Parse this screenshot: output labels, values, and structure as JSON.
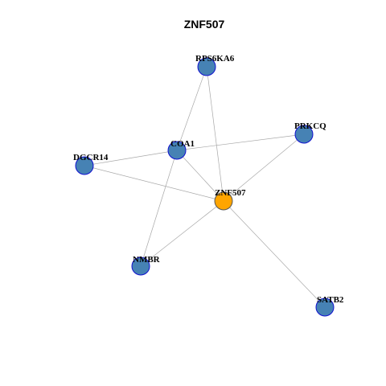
{
  "title": "ZNF507",
  "colors": {
    "background": "#ffffff",
    "edge": "#a8a8a8",
    "node_fill": "#4682b4",
    "node_stroke": "#1010d0",
    "center_fill": "#ffa500",
    "center_stroke": "#555555"
  },
  "network": {
    "center_node": "ZNF507",
    "nodes": [
      {
        "id": "RPS6KA6",
        "label": "RPS6KA6",
        "is_center": false
      },
      {
        "id": "PRKCQ",
        "label": "PRKCQ",
        "is_center": false
      },
      {
        "id": "COA1",
        "label": "COA1",
        "is_center": false
      },
      {
        "id": "DGCR14",
        "label": "DGCR14",
        "is_center": false
      },
      {
        "id": "ZNF507",
        "label": "ZNF507",
        "is_center": true
      },
      {
        "id": "NMBR",
        "label": "NMBR",
        "is_center": false
      },
      {
        "id": "SATB2",
        "label": "SATB2",
        "is_center": false
      }
    ],
    "edges": [
      {
        "source": "RPS6KA6",
        "target": "COA1"
      },
      {
        "source": "RPS6KA6",
        "target": "ZNF507"
      },
      {
        "source": "COA1",
        "target": "PRKCQ"
      },
      {
        "source": "COA1",
        "target": "DGCR14"
      },
      {
        "source": "COA1",
        "target": "ZNF507"
      },
      {
        "source": "COA1",
        "target": "NMBR"
      },
      {
        "source": "PRKCQ",
        "target": "ZNF507"
      },
      {
        "source": "DGCR14",
        "target": "ZNF507"
      },
      {
        "source": "ZNF507",
        "target": "NMBR"
      },
      {
        "source": "ZNF507",
        "target": "SATB2"
      }
    ]
  }
}
